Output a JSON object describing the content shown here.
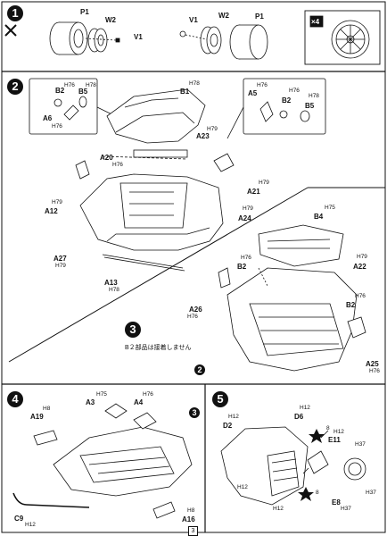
{
  "page_number": "3",
  "step1": {
    "number": "1",
    "left_labels": {
      "p1": "P1",
      "w2": "W2",
      "v1": "V1"
    },
    "right_labels": {
      "v1": "V1",
      "w2": "W2",
      "p1": "P1"
    },
    "quantity": "×4"
  },
  "step2": {
    "number": "2",
    "inset_left": {
      "b2": "B2",
      "b5": "B5",
      "a6": "A6",
      "h1": "H76",
      "h2": "H78",
      "h3": "H76"
    },
    "inset_right": {
      "a5": "A5",
      "b2": "B2",
      "b5": "B5",
      "h1": "H76",
      "h2": "H76",
      "h3": "H78"
    },
    "labels": {
      "b1": "B1",
      "a23": "A23",
      "a20": "A20",
      "a21": "A21",
      "a12": "A12",
      "a24": "A24",
      "a27": "A27",
      "a13": "A13"
    },
    "hcodes": {
      "b1": "H78",
      "a23": "H79",
      "a20": "H76",
      "a21": "H79",
      "a12": "H79",
      "a24": "H79",
      "a27": "H79",
      "a13": "H78"
    }
  },
  "step3": {
    "number": "3",
    "note": "B２部品は接着しません",
    "labels": {
      "b4": "B4",
      "b2a": "B2",
      "a22": "A22",
      "a26": "A26",
      "b2b": "B2",
      "a25": "A25",
      "ref": "2"
    },
    "hcodes": {
      "b4": "H75",
      "b2a": "H76",
      "a22": "H79",
      "a26": "H76",
      "b2b": "H76",
      "a25": "H76"
    }
  },
  "step4": {
    "number": "4",
    "labels": {
      "a3": "A3",
      "a4": "A4",
      "a19": "A19",
      "c9": "C9",
      "a16": "A16",
      "ref": "3"
    },
    "hcodes": {
      "a3": "H75",
      "a4": "H76",
      "a19": "H8",
      "c9": "H12",
      "a16": "H8"
    }
  },
  "step5": {
    "number": "5",
    "labels": {
      "d6": "D6",
      "d2": "D2",
      "e11": "E11",
      "e8": "E8"
    },
    "hcodes": {
      "d6": "H12",
      "d2": "H12",
      "e11a": "H12",
      "e11b": "H37",
      "star1": "8",
      "star2": "8",
      "e8": "H37",
      "h1": "H12",
      "h2": "H12",
      "h3": "H37"
    }
  }
}
